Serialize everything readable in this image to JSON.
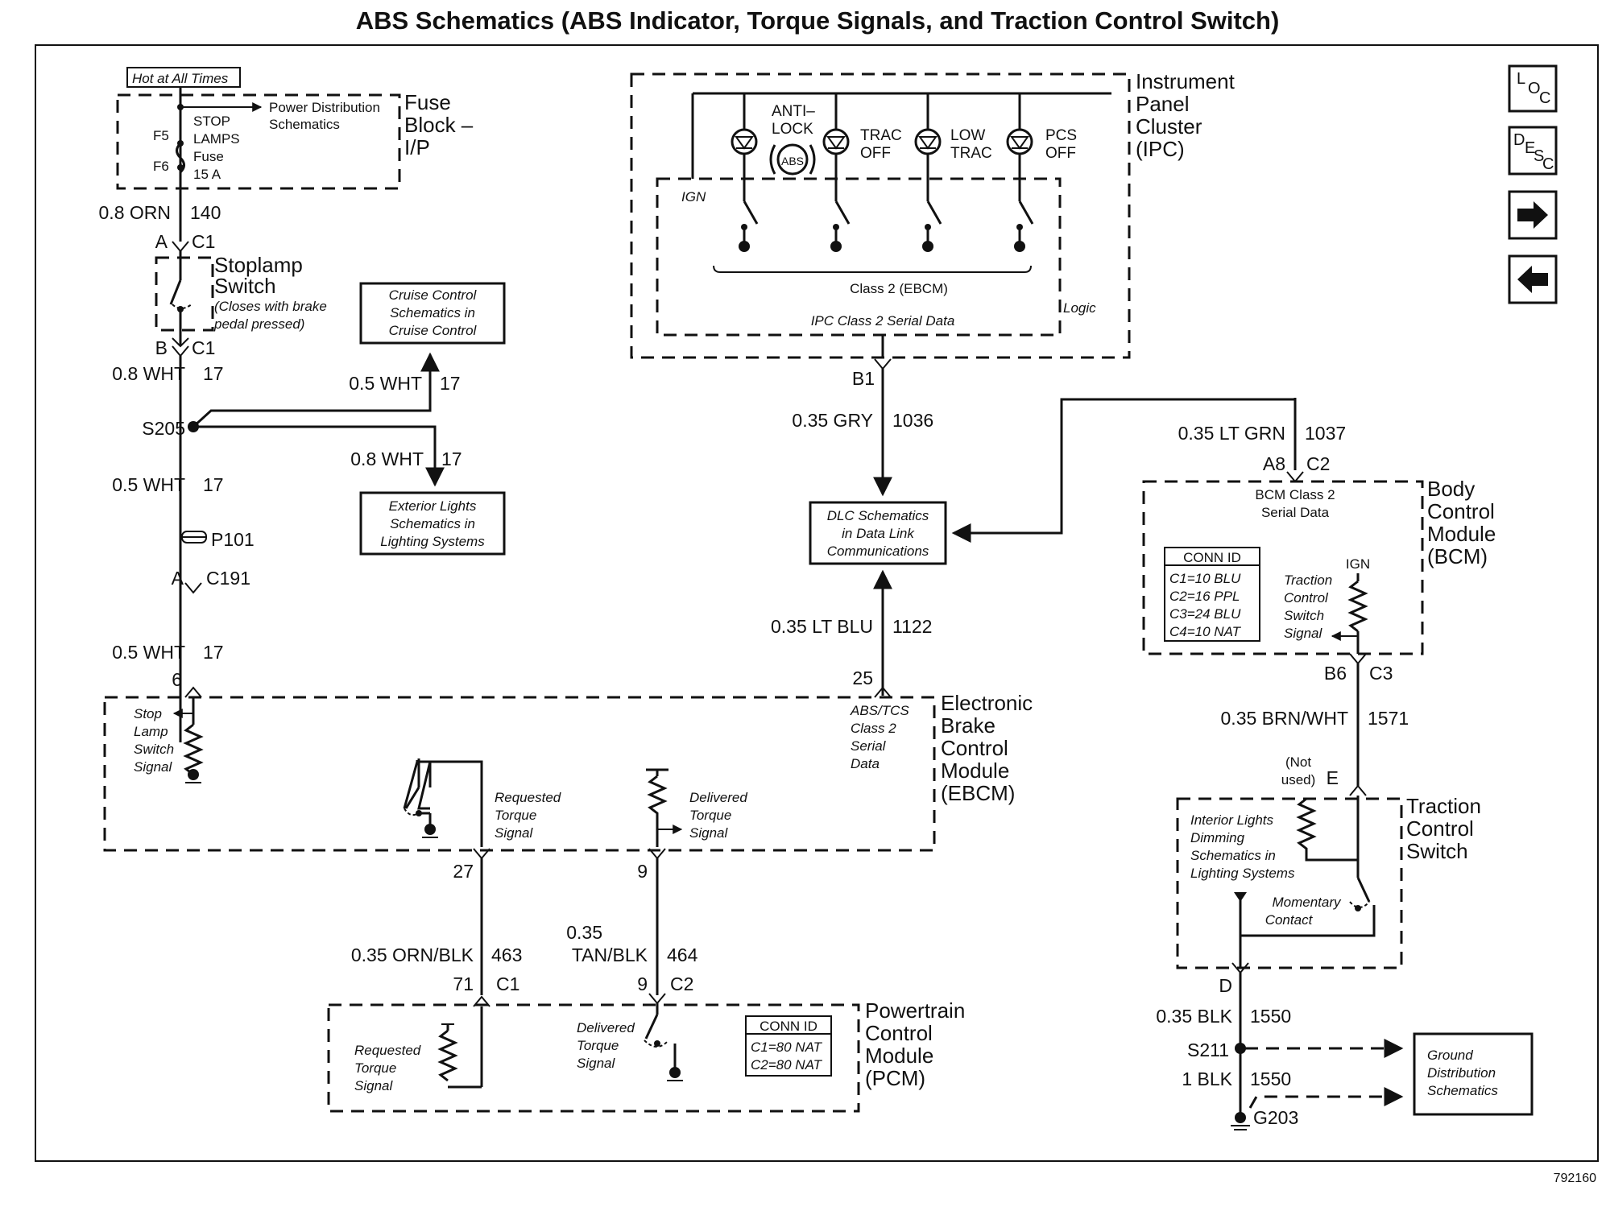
{
  "title": "ABS Schematics (ABS Indicator, Torque Signals, and Traction Control Switch)",
  "figure_id": "792160",
  "nav": {
    "loc": "LOC",
    "desc": "DESC",
    "next_icon": "arrow-right-icon",
    "prev_icon": "arrow-left-icon"
  },
  "fuse_block": {
    "hot": "Hot at All Times",
    "power_dist_1": "Power Distribution",
    "power_dist_2": "Schematics",
    "fuse_1": "STOP",
    "fuse_2": "LAMPS",
    "fuse_3": "Fuse",
    "fuse_4": "15 A",
    "f5": "F5",
    "f6": "F6",
    "name_1": "Fuse",
    "name_2": "Block –",
    "name_3": "I/P"
  },
  "left_wire": {
    "w1_gauge": "0.8 ORN",
    "w1_circuit": "140",
    "c1_pin_a": "A",
    "c1_a": "C1",
    "stoplamp_1": "Stoplamp",
    "stoplamp_2": "Switch",
    "stoplamp_note_1": "(Closes with brake",
    "stoplamp_note_2": "pedal pressed)",
    "c1_pin_b": "B",
    "c1_b": "C1",
    "w2_gauge": "0.8 WHT",
    "w2_circuit": "17",
    "splice": "S205",
    "cruise_gauge": "0.5 WHT",
    "cruise_circuit": "17",
    "cruise_1": "Cruise Control",
    "cruise_2": "Schematics in",
    "cruise_3": "Cruise Control",
    "ext_gauge": "0.8 WHT",
    "ext_circuit": "17",
    "ext_1": "Exterior Lights",
    "ext_2": "Schematics in",
    "ext_3": "Lighting Systems",
    "w3_gauge": "0.5 WHT",
    "w3_circuit": "17",
    "p101": "P101",
    "c191_pin": "A",
    "c191": "C191",
    "w4_gauge": "0.5 WHT",
    "w4_circuit": "17",
    "ebcm_pin": "6"
  },
  "ipc": {
    "name_1": "Instrument",
    "name_2": "Panel",
    "name_3": "Cluster",
    "name_4": "(IPC)",
    "lamp1_1": "ANTI–",
    "lamp1_2": "LOCK",
    "abs": "ABS",
    "lamp2_1": "TRAC",
    "lamp2_2": "OFF",
    "lamp3_1": "LOW",
    "lamp3_2": "TRAC",
    "lamp4_1": "PCS",
    "lamp4_2": "OFF",
    "ign": "IGN",
    "class2": "Class 2 (EBCM)",
    "serial": "IPC Class 2 Serial Data",
    "logic": "Logic",
    "pin": "B1",
    "w_gauge": "0.35 GRY",
    "w_circuit": "1036"
  },
  "dlc": {
    "line_1": "DLC Schematics",
    "line_2": "in Data Link",
    "line_3": "Communications",
    "w_gauge": "0.35 LT BLU",
    "w_circuit": "1122",
    "ebcm_pin": "25"
  },
  "bcm": {
    "w_gauge": "0.35 LT GRN",
    "w_circuit": "1037",
    "pin": "A8",
    "conn": "C2",
    "serial_1": "BCM Class 2",
    "serial_2": "Serial Data",
    "conn_id": [
      "CONN ID",
      "C1=10 BLU",
      "C2=16 PPL",
      "C3=24 BLU",
      "C4=10 NAT"
    ],
    "ign": "IGN",
    "tcs_1": "Traction",
    "tcs_2": "Control",
    "tcs_3": "Switch",
    "tcs_4": "Signal",
    "name_1": "Body",
    "name_2": "Control",
    "name_3": "Module",
    "name_4": "(BCM)",
    "out_pin": "B6",
    "out_conn": "C3",
    "out_gauge": "0.35 BRN/WHT",
    "out_circuit": "1571"
  },
  "tcs_switch": {
    "not_used_1": "(Not",
    "not_used_2": "used)",
    "pin_e": "E",
    "il_1": "Interior Lights",
    "il_2": "Dimming",
    "il_3": "Schematics in",
    "il_4": "Lighting Systems",
    "mom_1": "Momentary",
    "mom_2": "Contact",
    "name_1": "Traction",
    "name_2": "Control",
    "name_3": "Switch",
    "pin_d": "D",
    "w1_gauge": "0.35 BLK",
    "w1_circuit": "1550",
    "splice": "S211",
    "w2_gauge": "1 BLK",
    "w2_circuit": "1550",
    "ground": "G203",
    "gnd_1": "Ground",
    "gnd_2": "Distribution",
    "gnd_3": "Schematics"
  },
  "ebcm": {
    "stop_1": "Stop",
    "stop_2": "Lamp",
    "stop_3": "Switch",
    "stop_4": "Signal",
    "abs_1": "ABS/TCS",
    "abs_2": "Class 2",
    "abs_3": "Serial",
    "abs_4": "Data",
    "req_1": "Requested",
    "req_2": "Torque",
    "req_3": "Signal",
    "del_1": "Delivered",
    "del_2": "Torque",
    "del_3": "Signal",
    "name_1": "Electronic",
    "name_2": "Brake",
    "name_3": "Control",
    "name_4": "Module",
    "name_5": "(EBCM)",
    "req_pin": "27",
    "del_pin": "9"
  },
  "pcm": {
    "req_gauge": "0.35 ORN/BLK",
    "req_circuit": "463",
    "req_pin": "71",
    "req_conn": "C1",
    "del_gauge_1": "0.35",
    "del_gauge_2": "TAN/BLK",
    "del_circuit": "464",
    "del_pin": "9",
    "del_conn": "C2",
    "req_1": "Requested",
    "req_2": "Torque",
    "req_3": "Signal",
    "del_1": "Delivered",
    "del_2": "Torque",
    "del_3": "Signal",
    "conn_id": [
      "CONN ID",
      "C1=80 NAT",
      "C2=80 NAT"
    ],
    "name_1": "Powertrain",
    "name_2": "Control",
    "name_3": "Module",
    "name_4": "(PCM)"
  }
}
